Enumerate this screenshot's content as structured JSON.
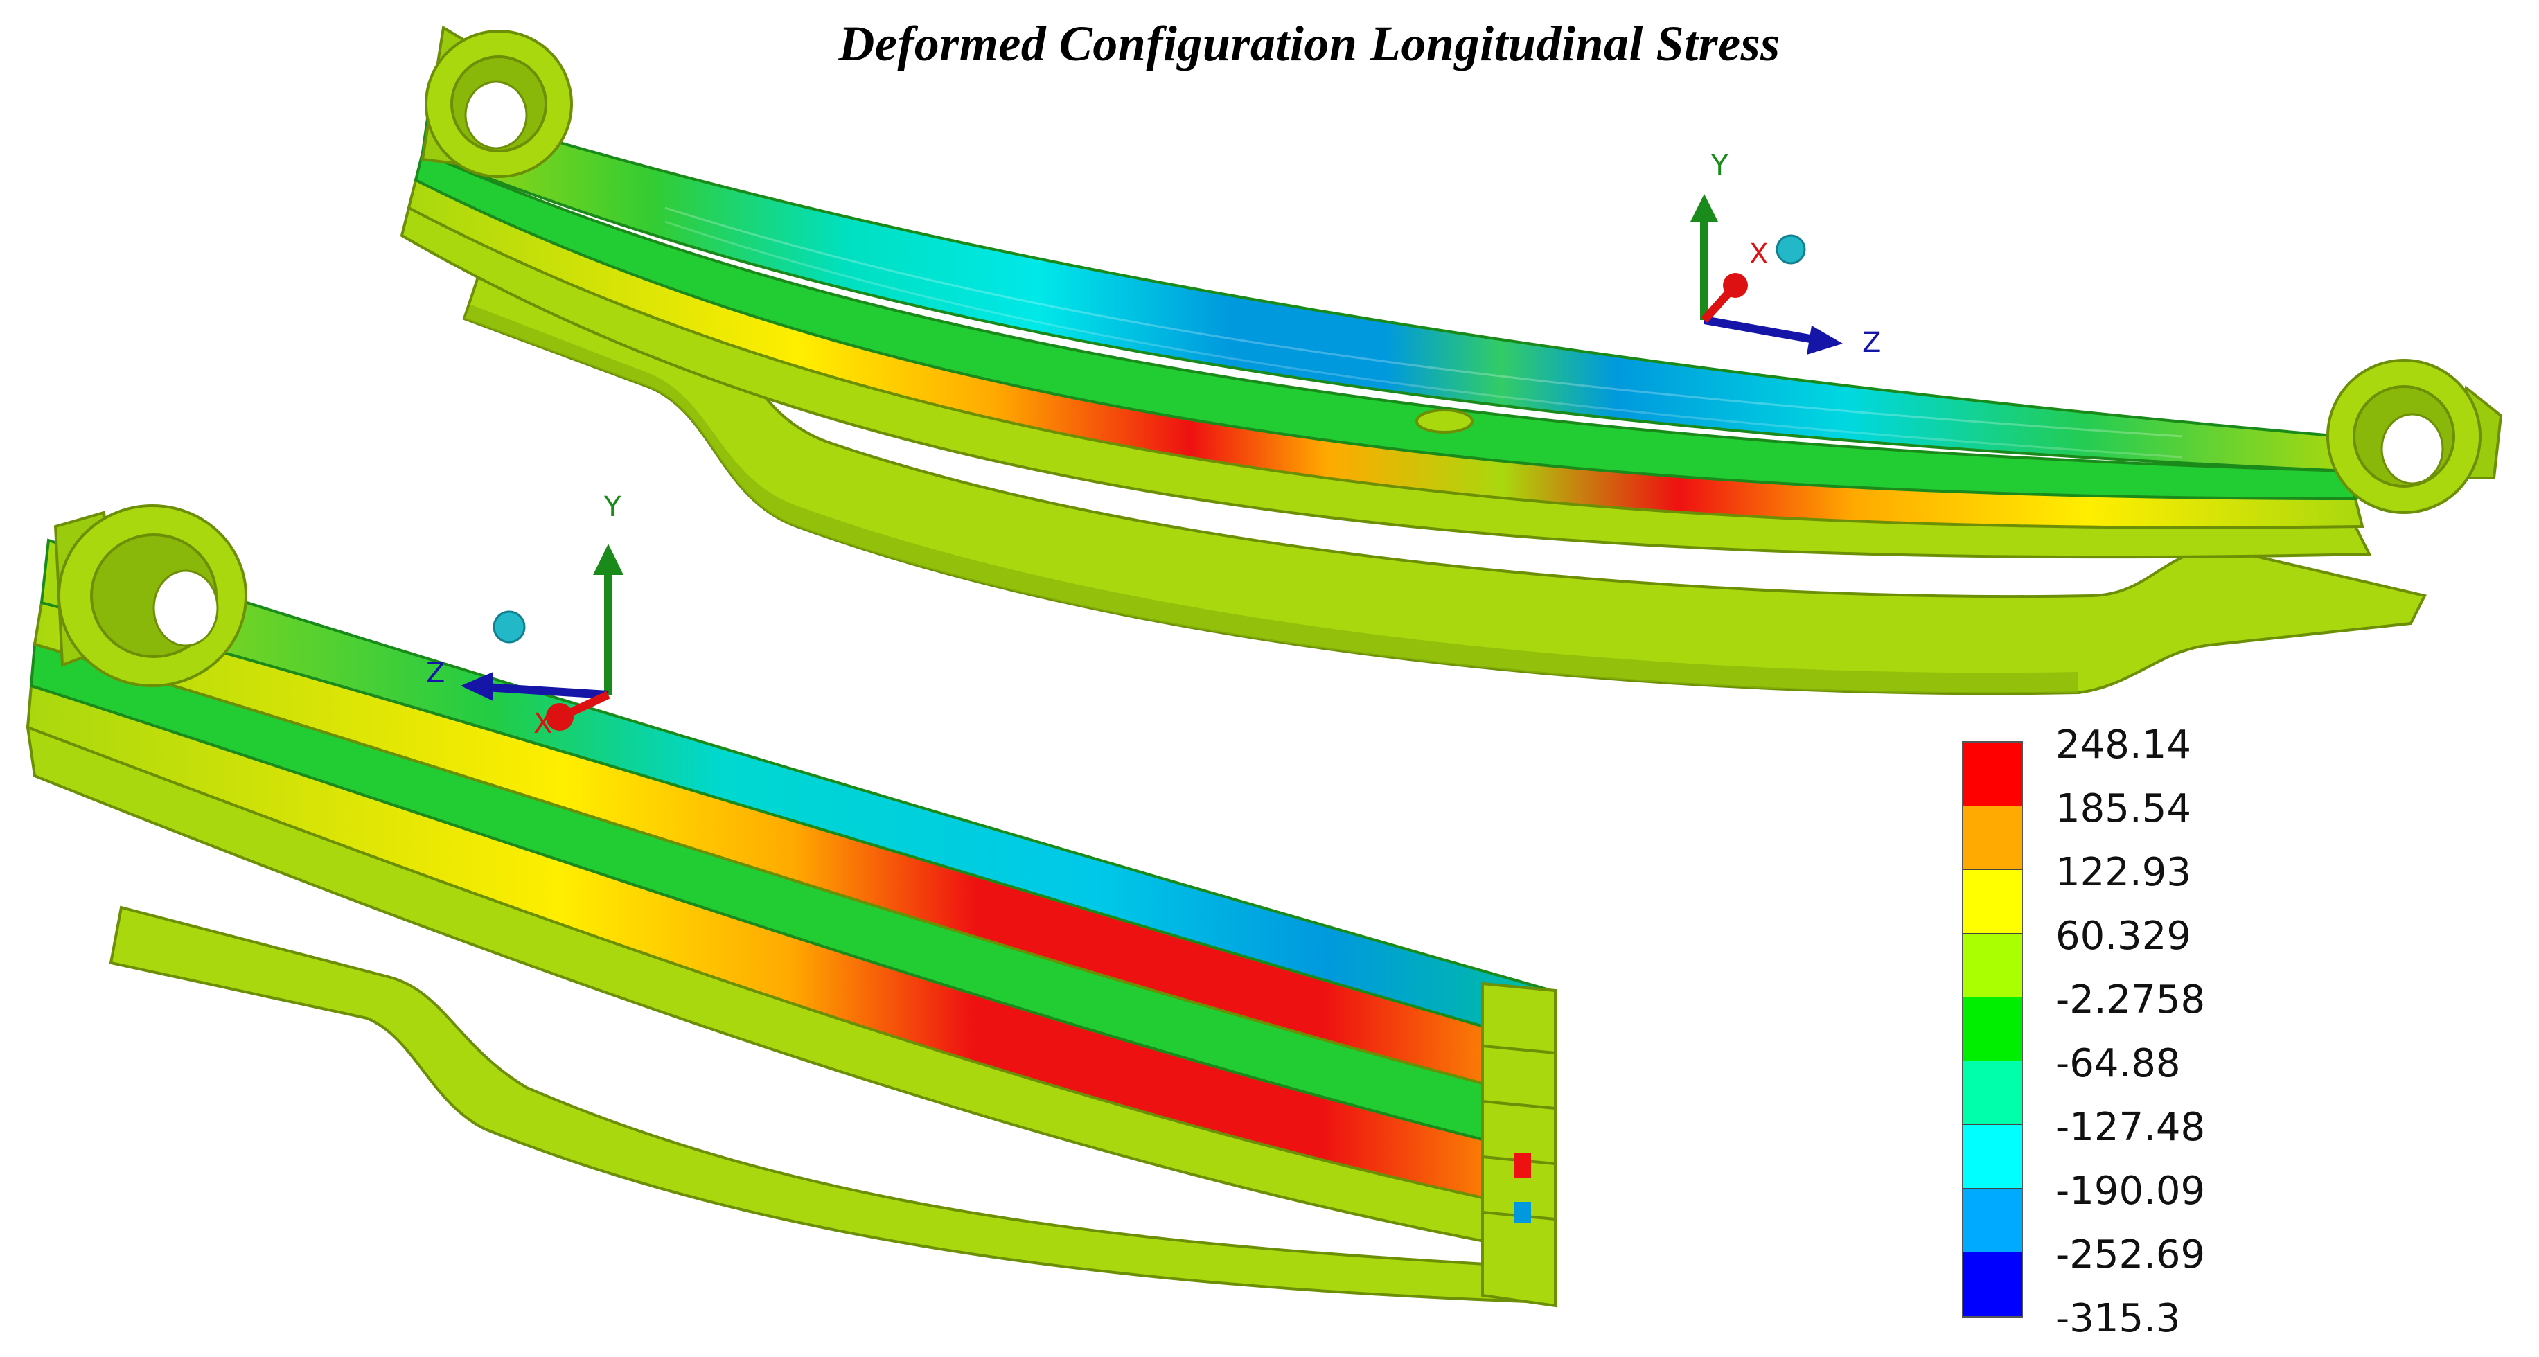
{
  "title": "Deformed Configuration Longitudinal Stress",
  "legend": {
    "values": [
      "248.14",
      "185.54",
      "122.93",
      "60.329",
      "-2.2758",
      "-64.88",
      "-127.48",
      "-190.09",
      "-252.69",
      "-315.3"
    ],
    "colors": [
      "#ff0000",
      "#ffaa00",
      "#ffff00",
      "#aaff00",
      "#00ee00",
      "#00ffaa",
      "#00ffff",
      "#00aaff",
      "#0000ff"
    ]
  },
  "views": [
    {
      "name": "upper-view",
      "triad": {
        "x_label": "X",
        "y_label": "Y",
        "z_label": "Z"
      }
    },
    {
      "name": "lower-view",
      "triad": {
        "x_label": "X",
        "y_label": "Y",
        "z_label": "Z"
      }
    }
  ],
  "colors": {
    "axis_x": "#dd1111",
    "axis_y": "#1a8a1a",
    "axis_z": "#1515a8",
    "base_leaf": "#a9d80e",
    "leaf_edge": "#6c8f06"
  }
}
